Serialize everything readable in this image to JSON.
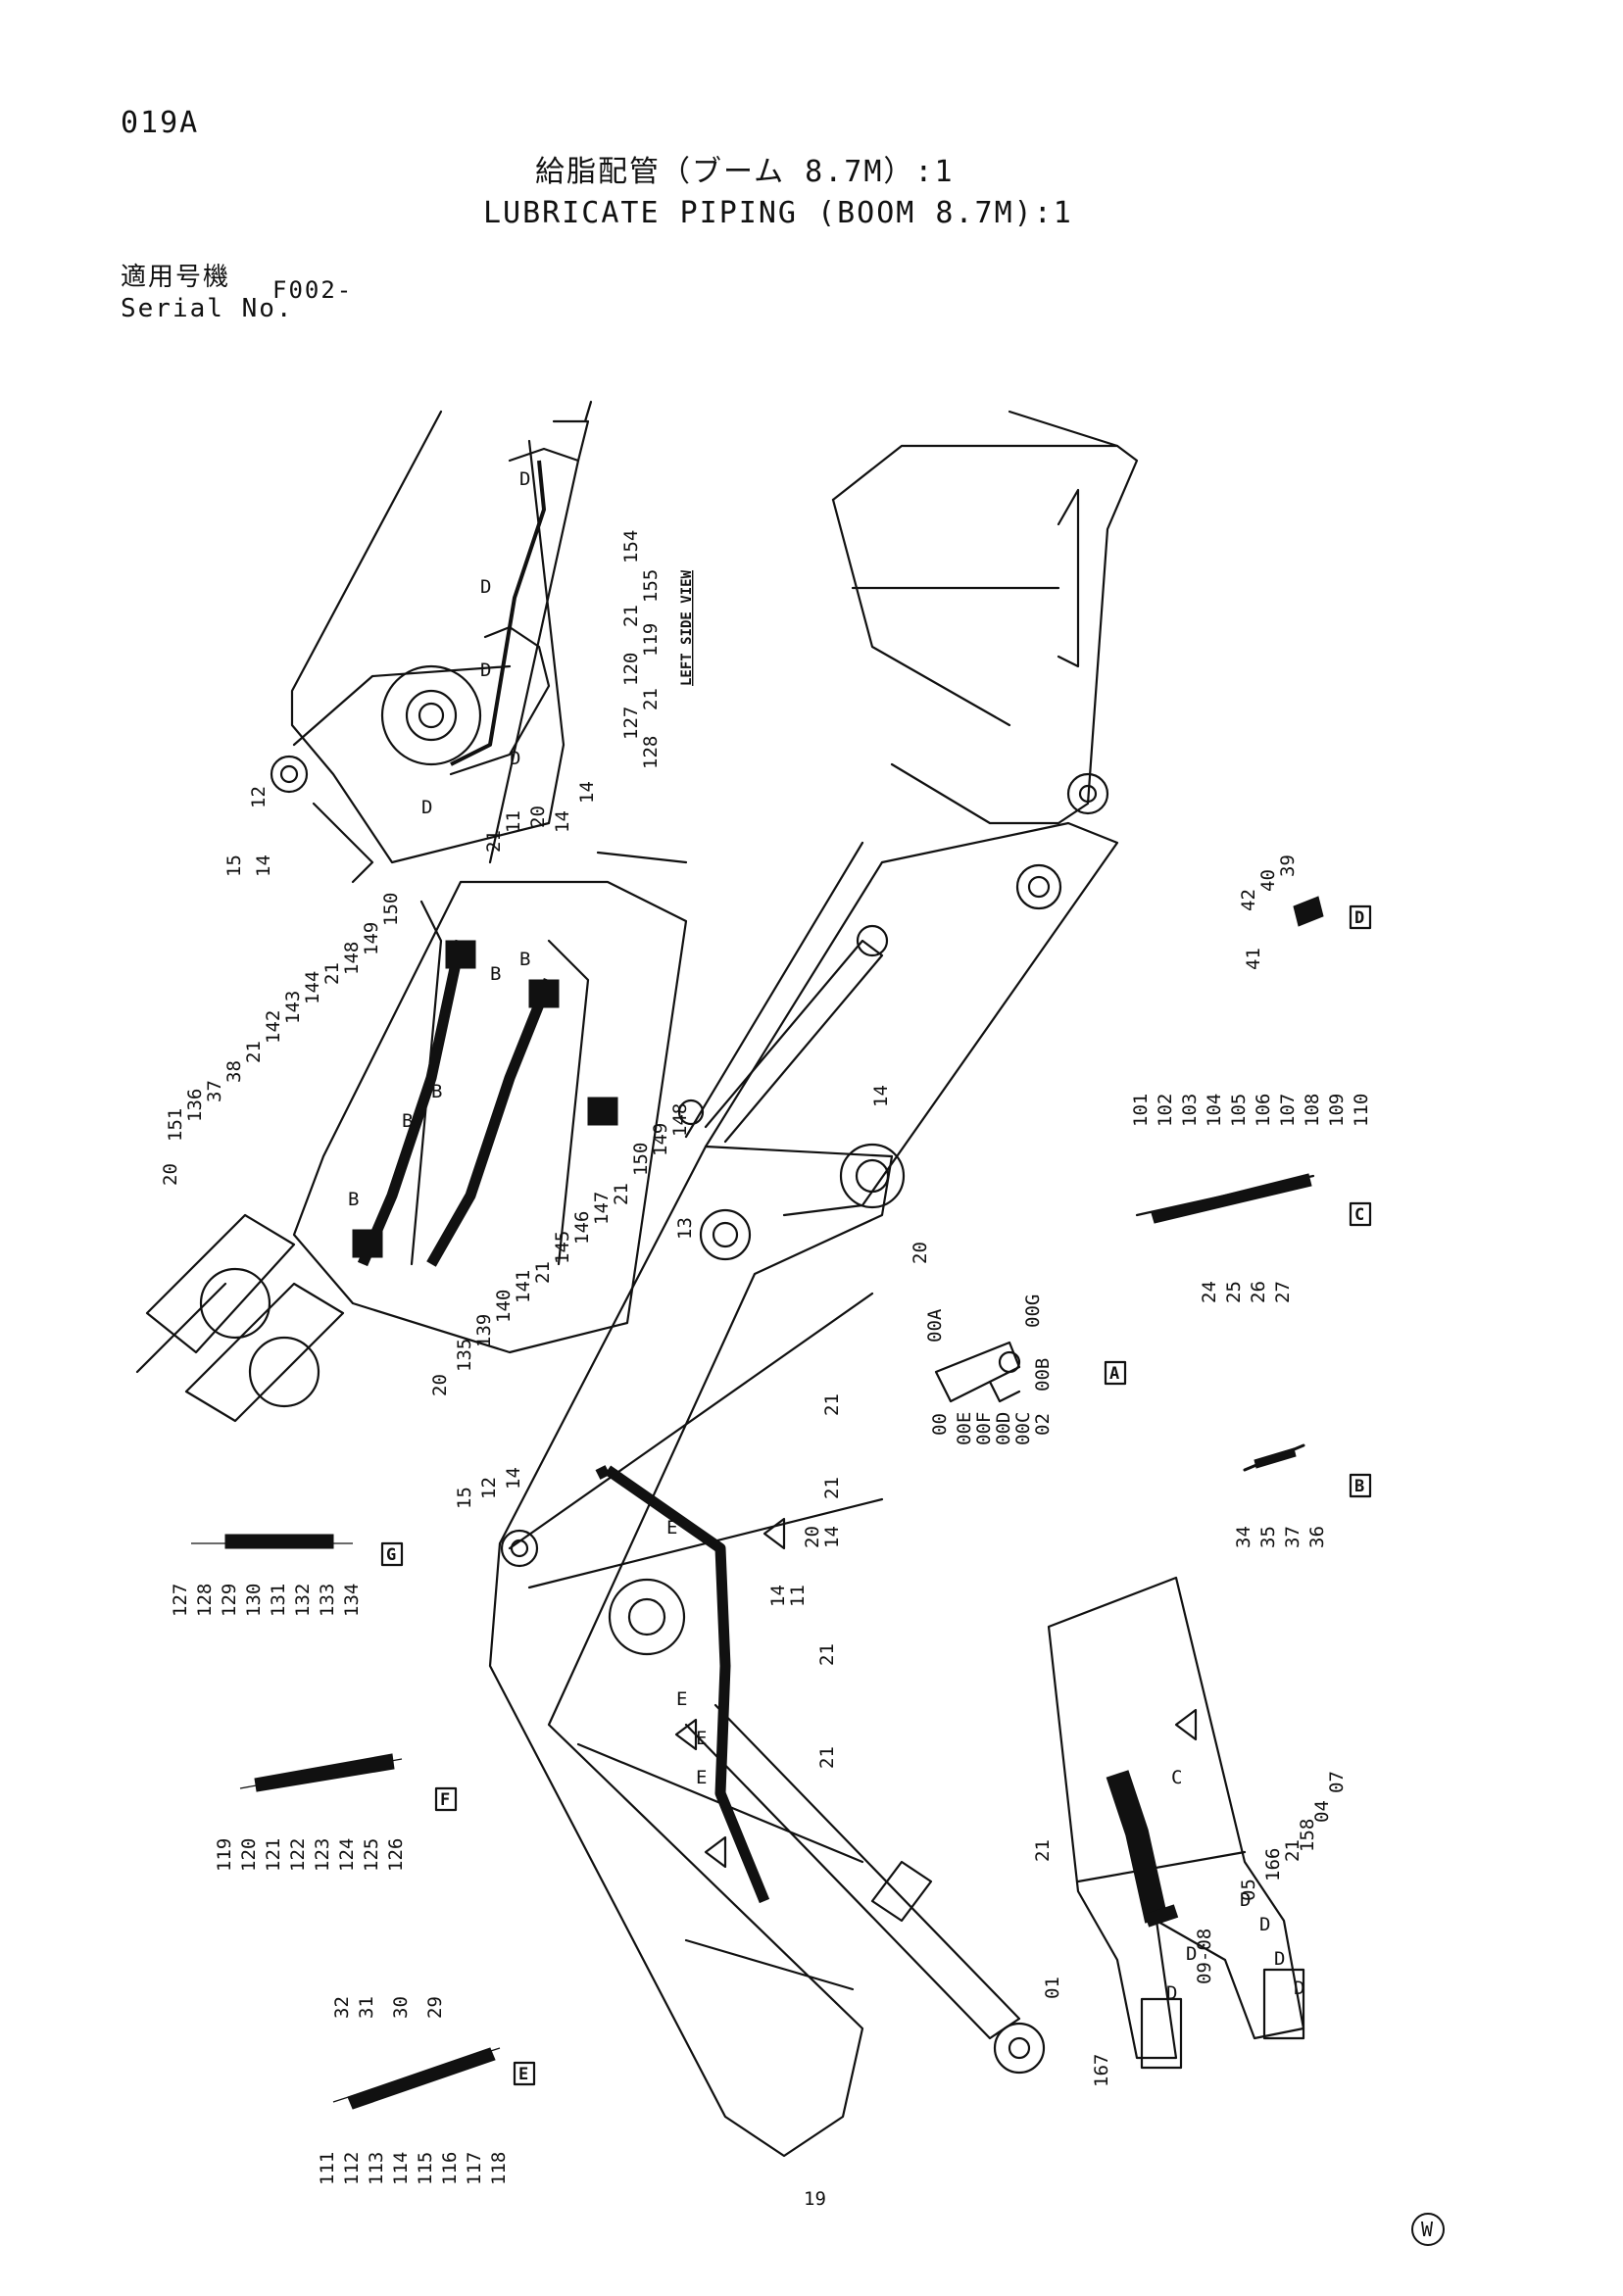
{
  "header": {
    "page_code": "019A",
    "title_jp": "給脂配管（ブーム 8.7M）:1",
    "title_en": "LUBRICATE PIPING (BOOM 8.7M):1",
    "serial_label_jp": "適用号機",
    "serial_label_en": "Serial No.",
    "serial_value": "F002-"
  },
  "views": {
    "left_side_view": "LEFT SIDE VIEW"
  },
  "details": {
    "A": {
      "tag": "A",
      "labels": [
        "00",
        "00A",
        "00E",
        "00F",
        "00D",
        "00C",
        "02",
        "00B",
        "00G"
      ]
    },
    "B": {
      "tag": "B",
      "labels": [
        "34",
        "35",
        "37",
        "36"
      ]
    },
    "C": {
      "tag": "C",
      "labels": [
        "101",
        "102",
        "103",
        "104",
        "105",
        "106",
        "107",
        "108",
        "109",
        "110",
        "24",
        "25",
        "26",
        "27"
      ]
    },
    "D": {
      "tag": "D",
      "labels": [
        "39",
        "40",
        "42",
        "41"
      ]
    },
    "E": {
      "tag": "E",
      "labels": [
        "32",
        "31",
        "30",
        "29",
        "111",
        "112",
        "113",
        "114",
        "115",
        "116",
        "117",
        "118"
      ]
    },
    "F": {
      "tag": "F",
      "labels": [
        "119",
        "120",
        "121",
        "122",
        "123",
        "124",
        "125",
        "126"
      ]
    },
    "G": {
      "tag": "G",
      "labels": [
        "127",
        "128",
        "129",
        "130",
        "131",
        "132",
        "133",
        "134"
      ]
    }
  },
  "callouts": {
    "top_left_assembly": [
      "154",
      "155",
      "21",
      "119",
      "120",
      "21",
      "127",
      "128",
      "14",
      "14",
      "20",
      "11",
      "21",
      "D",
      "D",
      "D",
      "D",
      "D",
      "12",
      "15",
      "14"
    ],
    "middle_left_assembly": [
      "150",
      "149",
      "148",
      "21",
      "144",
      "143",
      "142",
      "21",
      "38",
      "37",
      "136",
      "151",
      "20",
      "20",
      "135",
      "139",
      "140",
      "141",
      "21",
      "145",
      "146",
      "147",
      "21",
      "150",
      "149",
      "148",
      "B",
      "B",
      "B",
      "B",
      "B"
    ],
    "boom_main": [
      "14",
      "13",
      "20",
      "15",
      "12",
      "14",
      "21",
      "21",
      "14",
      "20",
      "11",
      "14",
      "21",
      "21",
      "E",
      "E",
      "E",
      "E",
      "19"
    ],
    "boom_foot_detail": [
      "21",
      "07",
      "04",
      "158",
      "21",
      "166",
      "05",
      "09-08",
      "01",
      "167",
      "C",
      "D",
      "D",
      "D",
      "D",
      "D",
      "D"
    ]
  },
  "footer": {
    "mark": "W"
  }
}
